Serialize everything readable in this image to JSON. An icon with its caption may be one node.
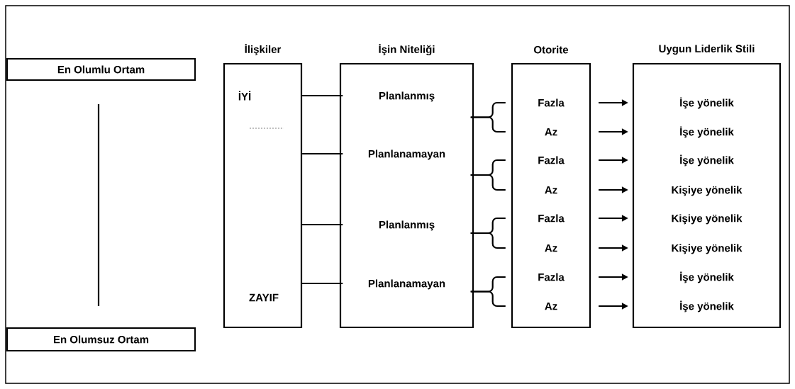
{
  "diagram": {
    "nodes": [
      {
        "text": [
          "En Olumlu Ortam"
        ]
      },
      {
        "text": [
          "En Olumsuz Ortam"
        ]
      },
      {
        "text": [
          "İlişkiler",
          "İYİ",
          "ZAYIF"
        ]
      },
      {
        "text": [
          "İşin Niteliği"
        ]
      },
      {
        "text": [
          "Planlanmış"
        ],
        "in": 3
      },
      {
        "text": [
          "Planlanamayan"
        ],
        "in": 3
      },
      {
        "text": [
          "Planlanmış"
        ],
        "in": 3
      },
      {
        "text": [
          "Planlanamayan"
        ],
        "in": 3
      },
      {
        "text": [
          "Otorite"
        ]
      },
      {
        "text": [
          "Fazla"
        ],
        "in": 8
      },
      {
        "text": [
          "Az"
        ],
        "in": 8
      },
      {
        "text": [
          "Fazla"
        ],
        "in": 8
      },
      {
        "text": [
          "Az"
        ],
        "in": 8
      },
      {
        "text": [
          "Fazla"
        ],
        "in": 8
      },
      {
        "text": [
          "Az"
        ],
        "in": 8
      },
      {
        "text": [
          "Fazla"
        ],
        "in": 8
      },
      {
        "text": [
          "Az"
        ],
        "in": 8
      },
      {
        "text": [
          "Uygun Liderlik Stili"
        ]
      },
      {
        "text": [
          "İşe yönelik"
        ],
        "in": 17
      },
      {
        "text": [
          "İşe yönelik"
        ],
        "in": 17
      },
      {
        "text": [
          "İşe yönelik"
        ],
        "in": 17
      },
      {
        "text": [
          "Kişiye yönelik"
        ],
        "in": 17
      },
      {
        "text": [
          "Kişiye yönelik"
        ],
        "in": 17
      },
      {
        "text": [
          "Kişiye yönelik"
        ],
        "in": 17
      },
      {
        "text": [
          "İşe yönelik"
        ],
        "in": 17
      },
      {
        "text": [
          "İşe yönelik"
        ],
        "in": 17
      }
    ],
    "edges": [
      {
        "from": 2,
        "to": 4,
        "arrow": "none"
      },
      {
        "from": 2,
        "to": 5,
        "arrow": "none"
      },
      {
        "from": 2,
        "to": 6,
        "arrow": "none"
      },
      {
        "from": 2,
        "to": 7,
        "arrow": "none"
      },
      {
        "from": 4,
        "to": 9,
        "arrow": "none"
      },
      {
        "from": 4,
        "to": 10,
        "arrow": "none"
      },
      {
        "from": 5,
        "to": 11,
        "arrow": "none"
      },
      {
        "from": 5,
        "to": 12,
        "arrow": "none"
      },
      {
        "from": 6,
        "to": 13,
        "arrow": "none"
      },
      {
        "from": 6,
        "to": 14,
        "arrow": "none"
      },
      {
        "from": 7,
        "to": 15,
        "arrow": "none"
      },
      {
        "from": 7,
        "to": 16,
        "arrow": "none"
      },
      {
        "from": 9,
        "to": 17,
        "arrow": "to"
      },
      {
        "from": 10,
        "to": 17,
        "arrow": "to"
      },
      {
        "from": 11,
        "to": 17,
        "arrow": "to"
      },
      {
        "from": 12,
        "to": 17,
        "arrow": "to"
      },
      {
        "from": 13,
        "to": 17,
        "arrow": "to"
      },
      {
        "from": 14,
        "to": 17,
        "arrow": "to"
      },
      {
        "from": 15,
        "to": 17,
        "arrow": "to"
      },
      {
        "from": 16,
        "to": 17,
        "arrow": "to"
      }
    ]
  }
}
